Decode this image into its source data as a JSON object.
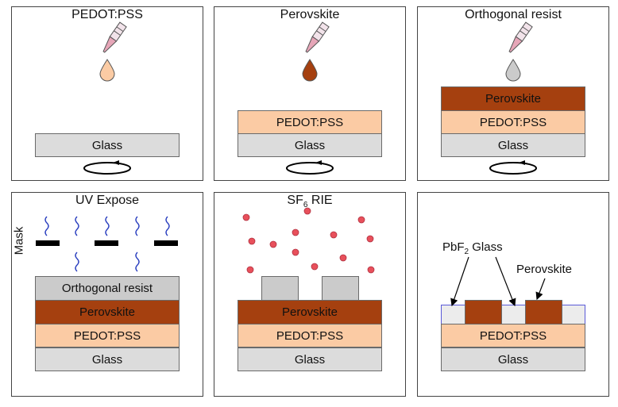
{
  "panels": {
    "p1": {
      "title": "PEDOT:PSS",
      "layers": {
        "glass": "Glass"
      }
    },
    "p2": {
      "title": "Perovskite",
      "layers": {
        "pedot": "PEDOT:PSS",
        "glass": "Glass"
      }
    },
    "p3": {
      "title": "Orthogonal resist",
      "layers": {
        "perov": "Perovskite",
        "pedot": "PEDOT:PSS",
        "glass": "Glass"
      }
    },
    "p4": {
      "title": "UV Expose",
      "mask_label": "Mask",
      "layers": {
        "resist": "Orthogonal resist",
        "perov": "Perovskite",
        "pedot": "PEDOT:PSS",
        "glass": "Glass"
      }
    },
    "p5": {
      "title_main": "SF",
      "title_sub": "6",
      "title_rest": " RIE",
      "layers": {
        "perov": "Perovskite",
        "pedot": "PEDOT:PSS",
        "glass": "Glass"
      }
    },
    "p6": {
      "label_pbf2_main": "PbF",
      "label_pbf2_sub": "2",
      "label_pbf2_rest": " Glass",
      "label_perov": "Perovskite",
      "layers": {
        "pedot": "PEDOT:PSS",
        "glass": "Glass"
      }
    }
  },
  "colors": {
    "glass": "#dcdcdc",
    "pedot": "#fbcba4",
    "perovskite": "#a5400f",
    "resist": "#cbcbcb",
    "uv": "#2a3fbf",
    "plasma": "#e8505b"
  },
  "icons": [
    "pipette-icon",
    "droplet-icon",
    "spin-arrow-icon",
    "uv-wave-icon",
    "plasma-particle-icon"
  ]
}
